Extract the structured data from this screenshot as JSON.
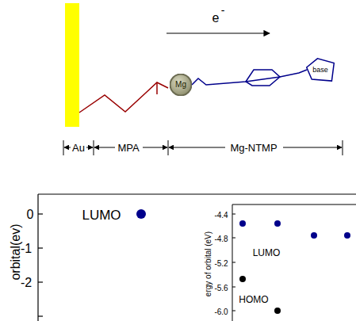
{
  "diagram": {
    "nodes": [
      {
        "text": [
          "Mg"
        ]
      },
      {
        "text": [
          "base"
        ]
      }
    ],
    "edges": [
      {
        "from": 0,
        "to": 1,
        "arrow": "none"
      }
    ],
    "labels": [
      "e",
      "-",
      "Au",
      "MPA",
      "Mg-NTMP",
      "orbital(ev)",
      "0",
      "-1",
      "-2",
      "LUMO",
      "ergy of orbital (eV)",
      "-4.4",
      "-4.8",
      "-5.2",
      "-5.6",
      "-6.0",
      "LUMO",
      "HOMO"
    ]
  }
}
